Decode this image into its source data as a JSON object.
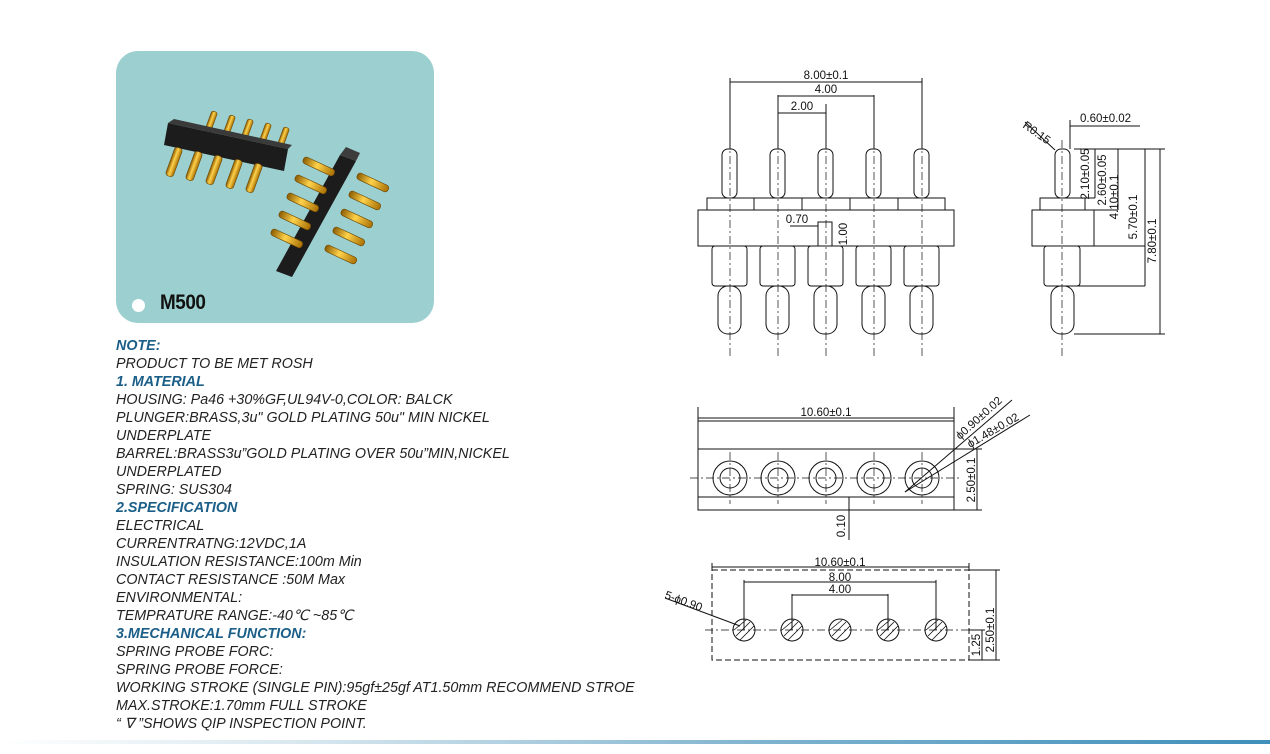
{
  "product": {
    "model": "M500"
  },
  "notes": [
    {
      "text": "NOTE:",
      "heading": true
    },
    {
      "text": "PRODUCT TO BE MET ROSH",
      "heading": false
    },
    {
      "text": "1. MATERIAL",
      "heading": true
    },
    {
      "text": "HOUSING: Pa46 +30%GF,UL94V-0,COLOR: BALCK",
      "heading": false
    },
    {
      "text": "PLUNGER:BRASS,3u\" GOLD PLATING 50u\" MIN NICKEL",
      "heading": false
    },
    {
      "text": "UNDERPLATE",
      "heading": false
    },
    {
      "text": "BARREL:BRASS3u”GOLD PLATING OVER 50u”MIN,NICKEL",
      "heading": false
    },
    {
      "text": "UNDERPLATED",
      "heading": false
    },
    {
      "text": "SPRING: SUS304",
      "heading": false
    },
    {
      "text": "2.SPECIFICATION",
      "heading": true
    },
    {
      "text": "ELECTRICAL",
      "heading": false
    },
    {
      "text": "CURRENTRATNG:12VDC,1A",
      "heading": false
    },
    {
      "text": "INSULATION RESISTANCE:100m Min",
      "heading": false
    },
    {
      "text": "CONTACT RESISTANCE :50M Max",
      "heading": false
    },
    {
      "text": "ENVIRONMENTAL:",
      "heading": false
    },
    {
      "text": "TEMPRATURE RANGE:-40℃ ~85℃",
      "heading": false
    },
    {
      "text": "3.MECHANICAL FUNCTION:",
      "heading": true
    },
    {
      "text": "SPRING PROBE FORC:",
      "heading": false
    },
    {
      "text": "SPRING PROBE FORCE:",
      "heading": false
    },
    {
      "text": "WORKING STROKE (SINGLE PIN):95gf±25gf AT1.50mm RECOMMEND STROE",
      "heading": false
    },
    {
      "text": "MAX.STROKE:1.70mm FULL STROKE",
      "heading": false
    },
    {
      "text": "“ ∇ ”SHOWS QIP INSPECTION POINT.",
      "heading": false
    }
  ],
  "dimensions": {
    "front": {
      "overall": "8.00±0.1",
      "pitch2": "4.00",
      "pitch1": "2.00",
      "pin_gap": "0.70",
      "step": "1.00"
    },
    "side": {
      "radius": "R0.15",
      "width": "0.60±0.02",
      "h1": "2.10±0.05",
      "h2": "2.60±0.05",
      "h3": "4.10±0.1",
      "h4": "5.70±0.1",
      "h5": "7.80±0.1"
    },
    "top": {
      "length": "10.60±0.1",
      "inner_dia": "ϕ0.90±0.02",
      "outer_dia": "ϕ1.48±0.02",
      "depth": "2.50±0.1",
      "offset": "0.10"
    },
    "footprint": {
      "length": "10.60±0.1",
      "span": "8.00",
      "pitch": "4.00",
      "holes": "5-ϕ0.90",
      "center": "1.25",
      "width": "2.50±0.1"
    }
  }
}
